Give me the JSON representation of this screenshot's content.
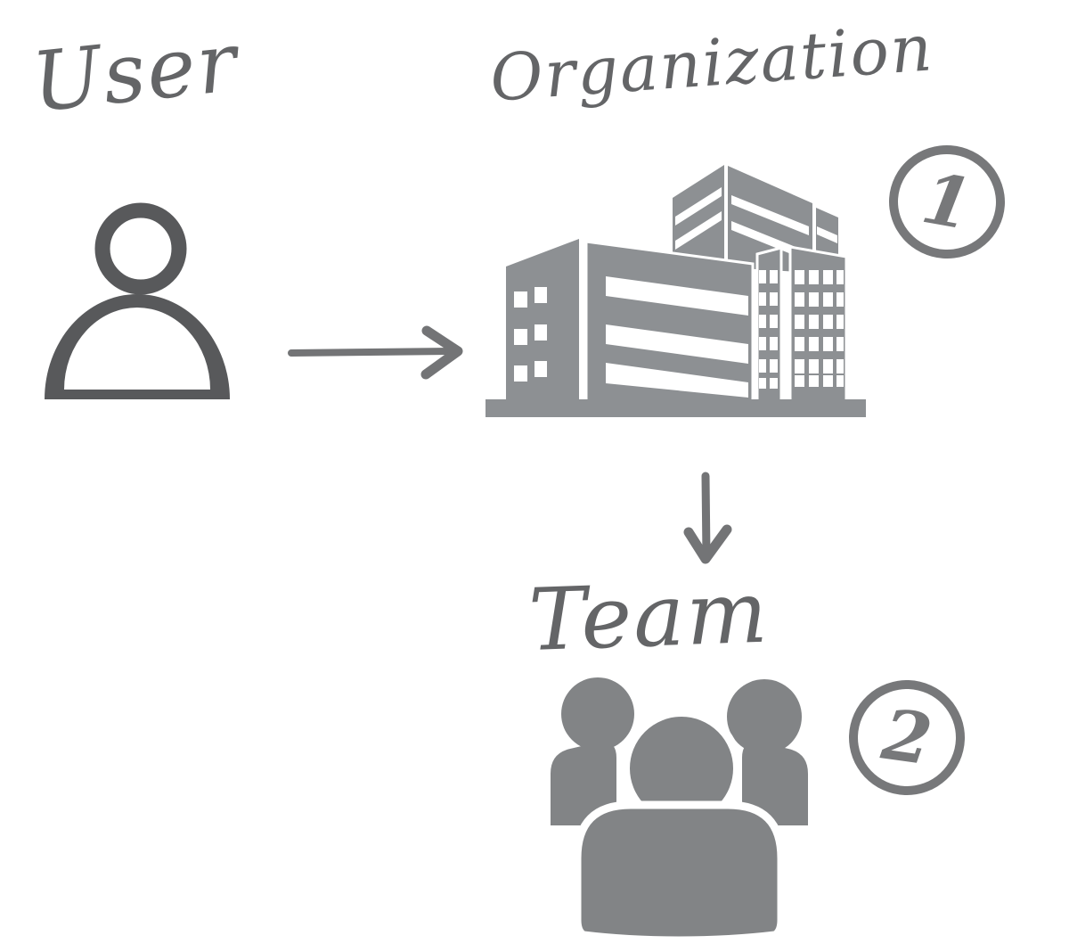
{
  "diagram": {
    "style": "hand-drawn flow diagram",
    "background": "#ffffff",
    "labels": {
      "user": "User",
      "organization": "Organization",
      "team": "Team"
    },
    "badges": {
      "organization": "1",
      "team": "2"
    },
    "icons": {
      "user": "user-icon",
      "organization": "organization-building-icon",
      "team": "team-group-icon",
      "arrow_user_to_organization": "arrow-right-icon",
      "arrow_organization_to_team": "arrow-down-icon"
    },
    "connections": [
      {
        "from": "User",
        "to": "Organization",
        "direction": "right"
      },
      {
        "from": "Organization",
        "to": "Team",
        "direction": "down"
      }
    ],
    "colors": {
      "label_ink": "#646567",
      "user_icon": "#58595b",
      "building_icon": "#8d9093",
      "team_icon": "#828486",
      "arrow_ink": "#737476",
      "badge_ink": "#77787a"
    }
  }
}
